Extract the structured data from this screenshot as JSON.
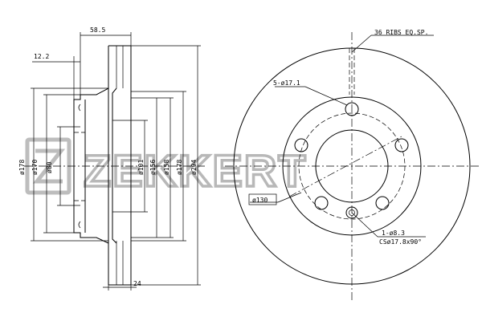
{
  "brand": {
    "name": "ZEKKERT",
    "watermark_color": "#b8b8b8"
  },
  "side_view": {
    "dims": {
      "total_width": "58.5",
      "hub_offset": "12.2",
      "thickness": "24",
      "d_178a": "ø178",
      "d_170": "ø170",
      "d_80": "ø80",
      "d_101": "ø101",
      "d_156": "ø156",
      "d_158": "ø158",
      "d_178b": "ø178",
      "d_294": "ø294"
    }
  },
  "front_view": {
    "labels": {
      "ribs": "36 RIBS EQ.SP.",
      "bolt_holes": "5-ø17.1",
      "pcd": "ø130",
      "small_hole": "1-ø8.3",
      "countersink": "CSø17.8x90°"
    }
  }
}
